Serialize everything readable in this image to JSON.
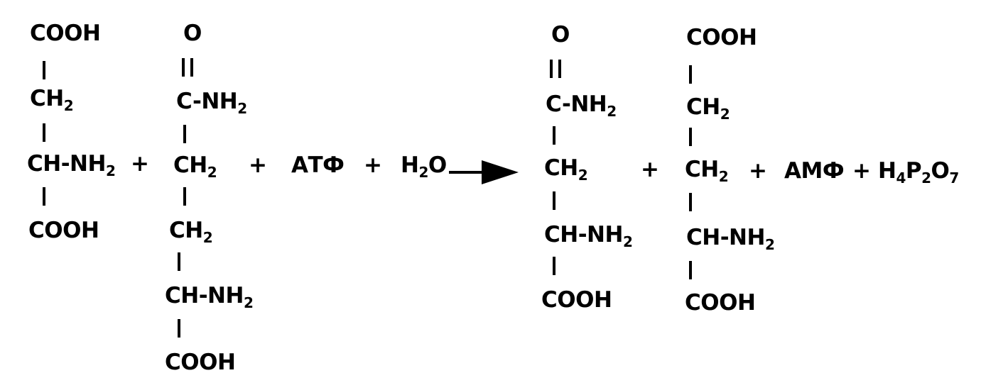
{
  "reaction": {
    "glutamate": {
      "top": "COOH",
      "ch2": "CH",
      "ch2_sub": "2",
      "chnh2": "CH-NH",
      "chnh2_sub": "2",
      "bottom": "COOH"
    },
    "plus1": "+",
    "glutamine_r": {
      "oxygen": "O",
      "amide": "C-NH",
      "amide_sub": "2",
      "ch2a": "CH",
      "ch2a_sub": "2",
      "ch2b": "CH",
      "ch2b_sub": "2",
      "chnh2": "CH-NH",
      "chnh2_sub": "2",
      "bottom": "COOH"
    },
    "plus2": "+",
    "atp": "АТФ",
    "plus3": "+",
    "water": "H",
    "water_sub": "2",
    "water_tail": "O",
    "asparagine": {
      "oxygen": "O",
      "amide": "C-NH",
      "amide_sub": "2",
      "ch2": "CH",
      "ch2_sub": "2",
      "chnh2": "CH-NH",
      "chnh2_sub": "2",
      "bottom": "COOH"
    },
    "plus4": "+",
    "glutamate_p": {
      "top": "COOH",
      "ch2a": "CH",
      "ch2a_sub": "2",
      "ch2b": "CH",
      "ch2b_sub": "2",
      "chnh2": "CH-NH",
      "chnh2_sub": "2",
      "bottom": "COOH"
    },
    "plus5": "+",
    "amp": "АМФ",
    "plus6": "+",
    "pyrophosphate": {
      "h": "H",
      "h_sub": "4",
      "p": "P",
      "p_sub": "2",
      "o": "O",
      "o_sub": "7"
    }
  }
}
